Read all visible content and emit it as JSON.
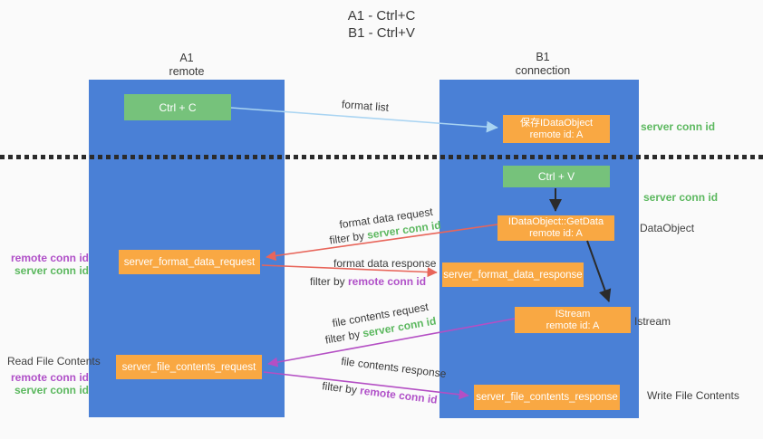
{
  "title": {
    "line1": "A1 - Ctrl+C",
    "line2": "B1 - Ctrl+V"
  },
  "lifelines": {
    "a1": {
      "name": "A1",
      "role": "remote"
    },
    "b1": {
      "name": "B1",
      "role": "connection"
    }
  },
  "nodes": {
    "ctrl_c": {
      "label": "Ctrl + C"
    },
    "save_idataobject": {
      "line1": "保存IDataObject",
      "line2": "remote id: A"
    },
    "ctrl_v": {
      "label": "Ctrl + V"
    },
    "idataobject_getdata": {
      "line1": "IDataObject::GetData",
      "line2": "remote id: A"
    },
    "server_format_data_request": {
      "label": "server_format_data_request"
    },
    "server_format_data_response": {
      "label": "server_format_data_response"
    },
    "istream": {
      "line1": "IStream",
      "line2": "remote id: A"
    },
    "server_file_contents_request": {
      "label": "server_file_contents_request"
    },
    "server_file_contents_response": {
      "label": "server_file_contents_response"
    }
  },
  "edge_labels": {
    "format_list": "format list",
    "format_data_request": {
      "line1": "format data request",
      "prefix": "filter by ",
      "key": "server conn id"
    },
    "format_data_response": {
      "line1": "format data response",
      "prefix": "filter by ",
      "key": "remote conn id"
    },
    "file_contents_request": {
      "line1": "file contents request",
      "prefix": "filter by ",
      "key": "server conn id"
    },
    "file_contents_response": {
      "line1": "file contents response",
      "prefix": "filter by ",
      "key": "remote conn id"
    }
  },
  "annotations": {
    "server_conn_id_top": "server conn id",
    "server_conn_id_mid": "server conn id",
    "dataobject": "DataObject",
    "istream": "Istream",
    "write_file_contents": "Write File Contents",
    "read_file_contents": "Read File Contents",
    "a1_format_ids": {
      "remote": "remote conn id",
      "server": "server conn id"
    },
    "a1_file_ids": {
      "remote": "remote conn id",
      "server": "server conn id"
    }
  },
  "colors": {
    "lifeline_blue": "#4a80d6",
    "action_green": "#76c27b",
    "message_orange": "#f9a843",
    "arrow_red": "#e8655a",
    "arrow_purple": "#b44fc4",
    "arrow_light_blue": "#a9d4f2",
    "arrow_black": "#2b2b2b",
    "text_green": "#5cb85f",
    "text_purple": "#b050c8",
    "text_dark": "#3b3b3b"
  }
}
